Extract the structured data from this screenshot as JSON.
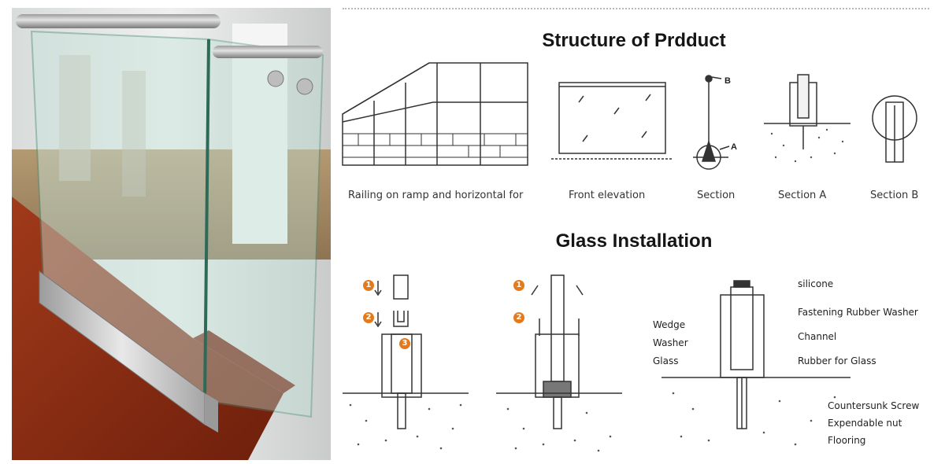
{
  "structure": {
    "title": "Structure of Prdduct",
    "captions": [
      "Railing on ramp and horizontal for",
      "Front elevation",
      "Section",
      "Section A",
      "Section B"
    ],
    "marks": {
      "a": "A",
      "b": "B"
    }
  },
  "installation": {
    "title": "Glass Installation",
    "steps": [
      "1",
      "2",
      "3",
      "1",
      "2"
    ],
    "labels_left": [
      "Wedge",
      "Washer",
      "Glass"
    ],
    "labels_right": [
      "silicone",
      "Fastening Rubber Washer",
      "Channel",
      "Rubber for Glass",
      "Countersunk Screw",
      "Expendable nut",
      "Flooring"
    ]
  },
  "colors": {
    "accent": "#e37a1c",
    "line": "#333333",
    "wood": "#8a2a12"
  }
}
